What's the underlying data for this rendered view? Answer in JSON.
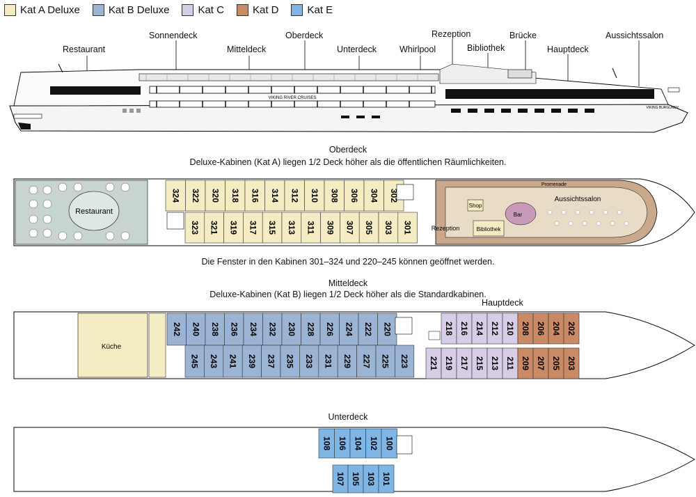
{
  "legend": [
    {
      "label": "Kat A Deluxe",
      "color": "#f4edc4"
    },
    {
      "label": "Kat B Deluxe",
      "color": "#9cb4d4"
    },
    {
      "label": "Kat C",
      "color": "#d8cde6"
    },
    {
      "label": "Kat D",
      "color": "#c98a65"
    },
    {
      "label": "Kat E",
      "color": "#7fb6e6"
    }
  ],
  "profile": {
    "labels": {
      "restaurant": "Restaurant",
      "sonnendeck": "Sonnendeck",
      "mitteldeck": "Mitteldeck",
      "oberdeck": "Oberdeck",
      "unterdeck": "Unterdeck",
      "whirlpool": "Whirlpool",
      "rezeption": "Rezeption",
      "bibliothek": "Bibliothek",
      "bruecke": "Brücke",
      "hauptdeck": "Hauptdeck",
      "aussichtssalon": "Aussichtssalon"
    },
    "hull_text": "VIKING RIVER CRUISES",
    "ship_name": "VIKING BURGUNDY"
  },
  "oberdeck": {
    "title": "Oberdeck",
    "subtitle": "Deluxe-Kabinen (Kat A) liegen 1/2 Deck höher als die öffentlichen Räumlichkeiten.",
    "top_cabins": [
      "324",
      "322",
      "320",
      "318",
      "316",
      "314",
      "312",
      "310",
      "308",
      "306",
      "304",
      "302"
    ],
    "bottom_cabins": [
      "323",
      "321",
      "319",
      "317",
      "315",
      "313",
      "311",
      "309",
      "307",
      "305",
      "303",
      "301"
    ],
    "restaurant": "Restaurant",
    "rezeption": "Rezeption",
    "shop": "Shop",
    "bar": "Bar",
    "bibliothek": "Bibliothek",
    "aussichtssalon": "Aussichtssalon",
    "promenade": "Promenade",
    "note": "Die Fenster in den Kabinen 301–324 und 220–245 können geöffnet werden."
  },
  "mitteldeck": {
    "title": "Mitteldeck",
    "subtitle": "Deluxe-Kabinen (Kat B) liegen 1/2 Deck höher als die Standardkabinen.",
    "kueche": "Küche",
    "top_cabins": [
      "242",
      "240",
      "238",
      "236",
      "234",
      "232",
      "230",
      "228",
      "226",
      "224",
      "222",
      "220"
    ],
    "bottom_cabins": [
      "245",
      "243",
      "241",
      "239",
      "237",
      "235",
      "233",
      "231",
      "229",
      "227",
      "225",
      "223"
    ]
  },
  "hauptdeck": {
    "title": "Hauptdeck",
    "top_c": [
      "218",
      "216",
      "214",
      "212",
      "210"
    ],
    "top_d": [
      "208",
      "206",
      "204",
      "202"
    ],
    "bottom_c": [
      "221",
      "219",
      "217",
      "215",
      "213",
      "211"
    ],
    "bottom_d": [
      "209",
      "207",
      "205",
      "203"
    ]
  },
  "unterdeck": {
    "title": "Unterdeck",
    "top_cabins": [
      "108",
      "106",
      "104",
      "102",
      "100"
    ],
    "bottom_cabins": [
      "107",
      "105",
      "103",
      "101"
    ]
  }
}
